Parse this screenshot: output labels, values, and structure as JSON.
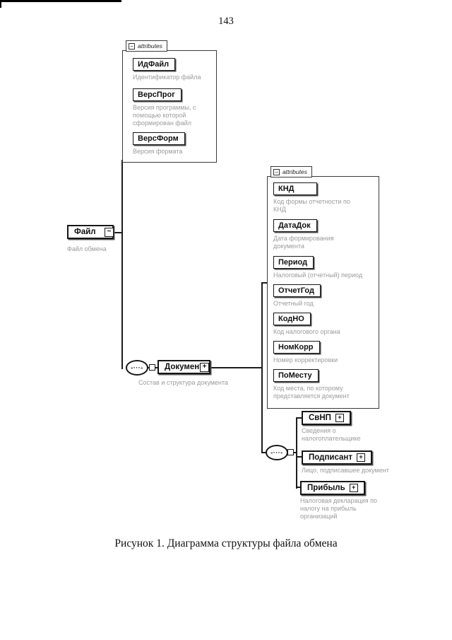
{
  "page": {
    "number": "143",
    "caption": "Рисунок 1. Диаграмма структуры файла обмена"
  },
  "icons": {
    "minus": "−",
    "plus": "+",
    "sequence": "-···-",
    "attributes_tab": "attributes"
  },
  "diagram": {
    "root": {
      "label": "Файл",
      "description": "Файл обмена"
    },
    "file_attributes": {
      "tab": "attributes",
      "items": [
        {
          "label": "ИдФайл",
          "description": "Идентификатор файла"
        },
        {
          "label": "ВерсПрог",
          "description": "Версия программы, с помощью которой сформирован файл"
        },
        {
          "label": "ВерсФорм",
          "description": "Версия формата"
        }
      ]
    },
    "document": {
      "label": "Документ",
      "description": "Состав и структура документа"
    },
    "document_attributes": {
      "tab": "attributes",
      "items": [
        {
          "label": "КНД",
          "description": "Код формы отчетности по КНД"
        },
        {
          "label": "ДатаДок",
          "description": "Дата формирования документа"
        },
        {
          "label": "Период",
          "description": "Налоговый (отчетный) период"
        },
        {
          "label": "ОтчетГод",
          "description": "Отчетный год"
        },
        {
          "label": "КодНО",
          "description": "Код налогового органа"
        },
        {
          "label": "НомКорр",
          "description": "Номер корректировки"
        },
        {
          "label": "ПоМесту",
          "description": "Код места, по которому представляется документ"
        }
      ]
    },
    "children": [
      {
        "label": "СвНП",
        "description": "Сведения о налогоплательщике"
      },
      {
        "label": "Подписант",
        "description": "Лицо, подписавшее документ"
      },
      {
        "label": "Прибыль",
        "description": "Налоговая декларация по налогу на прибыль организаций"
      }
    ]
  }
}
